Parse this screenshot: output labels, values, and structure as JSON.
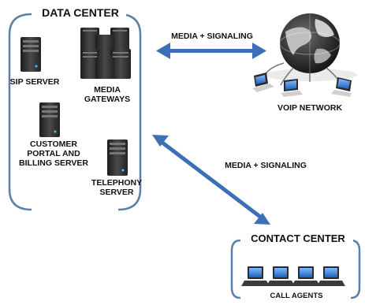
{
  "data_center": {
    "title": "DATA CENTER",
    "sip_server": "SIP SERVER",
    "media_gateways": "MEDIA\nGATEWAYS",
    "customer_portal": "CUSTOMER\nPORTAL AND\nBILLING SERVER",
    "telephony_server": "TELEPHONY\nSERVER"
  },
  "voip": {
    "label": "VOIP NETWORK"
  },
  "contact_center": {
    "title": "CONTACT CENTER",
    "agents_label": "CALL AGENTS"
  },
  "links": {
    "top_label": "MEDIA + SIGNALING",
    "diag_label": "MEDIA + SIGNALING"
  },
  "colors": {
    "arrow": "#3d6fb6",
    "bracket": "#5a7fa8",
    "server_body": "#3a3a3a",
    "globe": "#2b2b2b"
  }
}
